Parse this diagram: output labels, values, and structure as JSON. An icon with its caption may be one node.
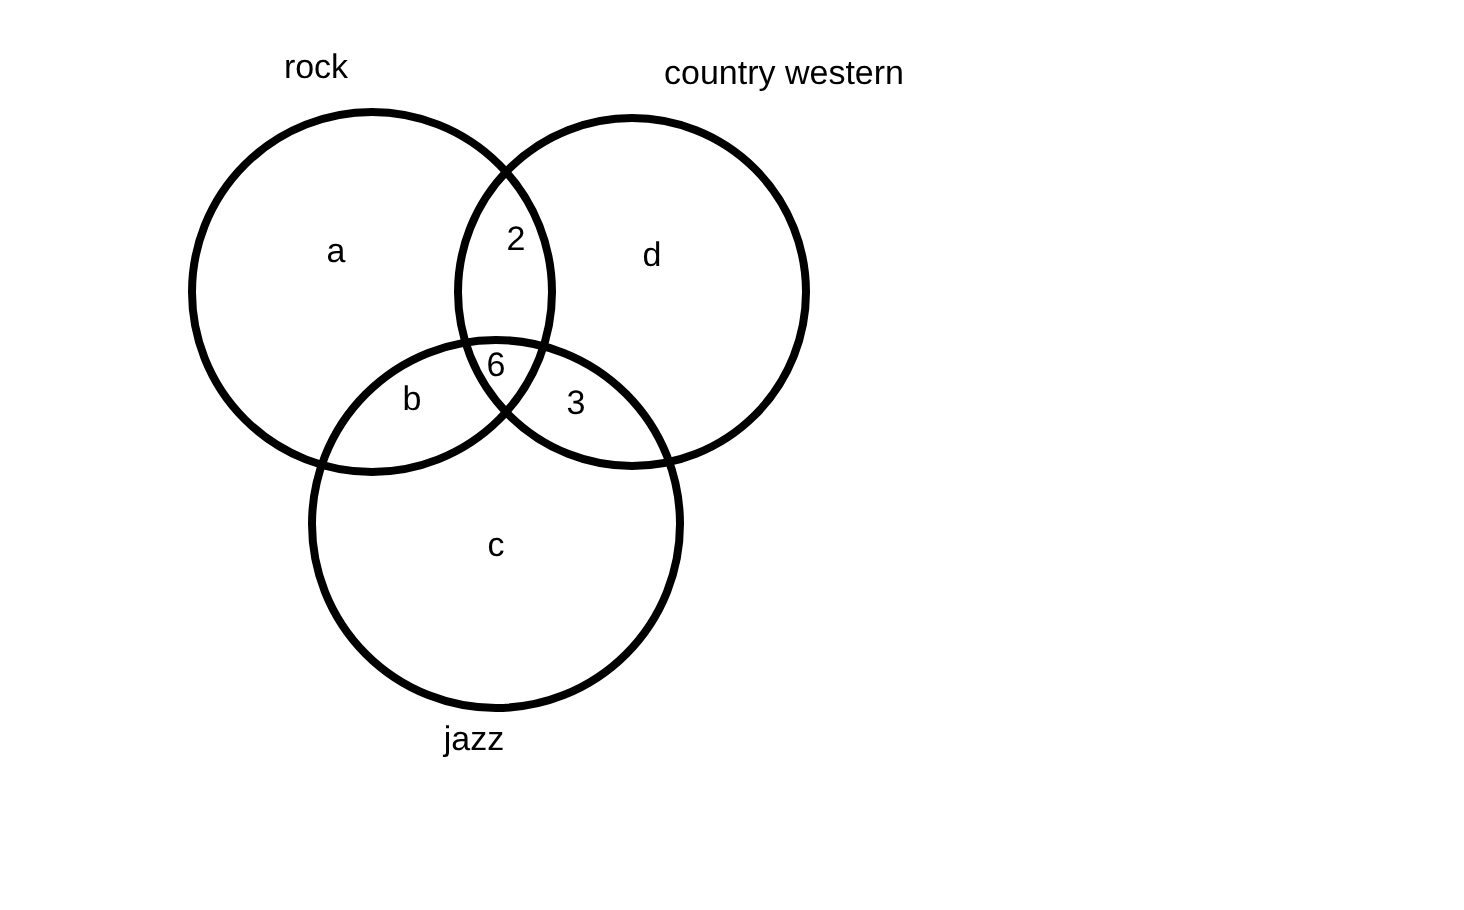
{
  "diagram": {
    "nodes": [
      {
        "text": [
          "rock"
        ]
      },
      {
        "text": [
          "country western"
        ]
      },
      {
        "text": [
          "jazz"
        ]
      }
    ],
    "edges": [],
    "labels": [
      "a",
      "2",
      "d",
      "6",
      "b",
      "3",
      "c"
    ]
  }
}
